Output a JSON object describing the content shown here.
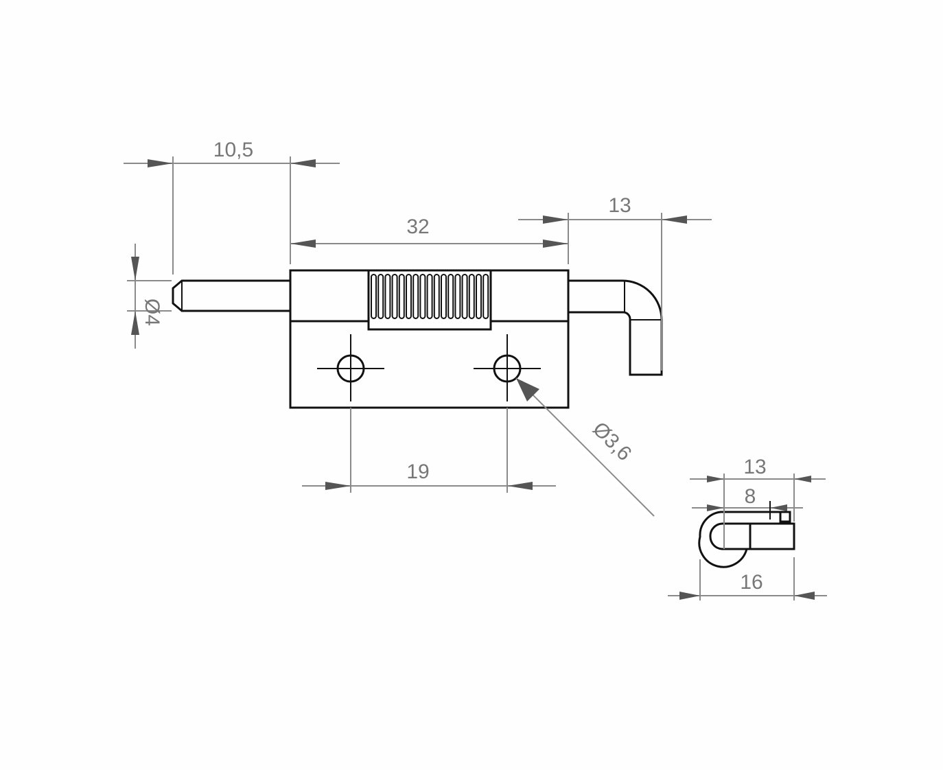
{
  "drawing": {
    "title": "Spring-loaded latch hinge technical drawing",
    "dimensions": {
      "pin_extension": "10,5",
      "body_length": "32",
      "hook_offset": "13",
      "pin_diameter": "Ø4",
      "hole_spacing": "19",
      "hole_diameter": "Ø3,6",
      "side_width": "13",
      "side_inner": "8",
      "side_overall": "16"
    },
    "line_color": "#111111",
    "dimension_color": "#8a8a8a"
  }
}
